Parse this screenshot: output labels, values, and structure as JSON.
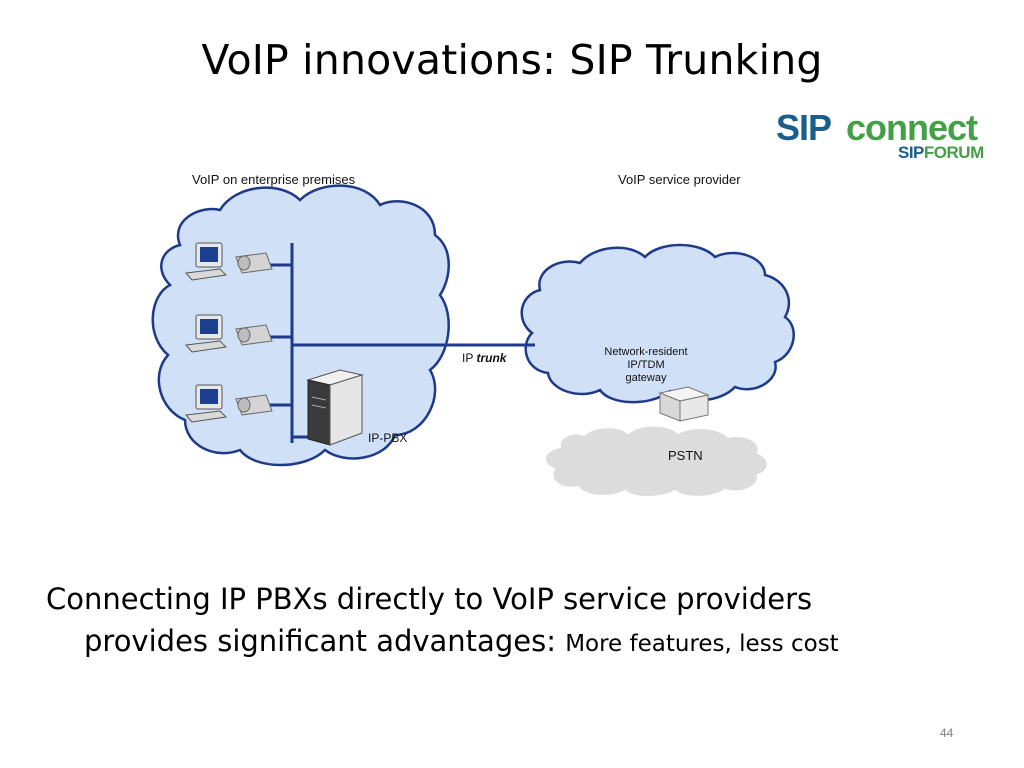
{
  "slide": {
    "title": "VoIP innovations: SIP Trunking",
    "page_number": "44"
  },
  "logo": {
    "sip": "SIP",
    "connect": "connect",
    "forum_sip": "SIP",
    "forum_word": "FORUM",
    "colors": {
      "blue": "#1b5e8c",
      "green": "#43a047"
    }
  },
  "diagram": {
    "enterprise_label": "VoIP on enterprise premises",
    "provider_label": "VoIP service provider",
    "trunk_label_ip": "IP ",
    "trunk_label_trunk": "trunk",
    "pbx_label": "IP-PBX",
    "gateway_label_1": "Network-resident",
    "gateway_label_2": "IP/TDM",
    "gateway_label_3": "gateway",
    "pstn_label": "PSTN",
    "colors": {
      "cloud_fill": "#cfe0f7",
      "cloud_stroke": "#1f3a8a",
      "pstn_fill": "#dcdcdc",
      "line": "#1f3a8a"
    }
  },
  "body": {
    "line1": "Connecting IP PBXs directly to VoIP service providers",
    "line2": "provides significant advantages: ",
    "emphasis": "More features, less cost"
  }
}
